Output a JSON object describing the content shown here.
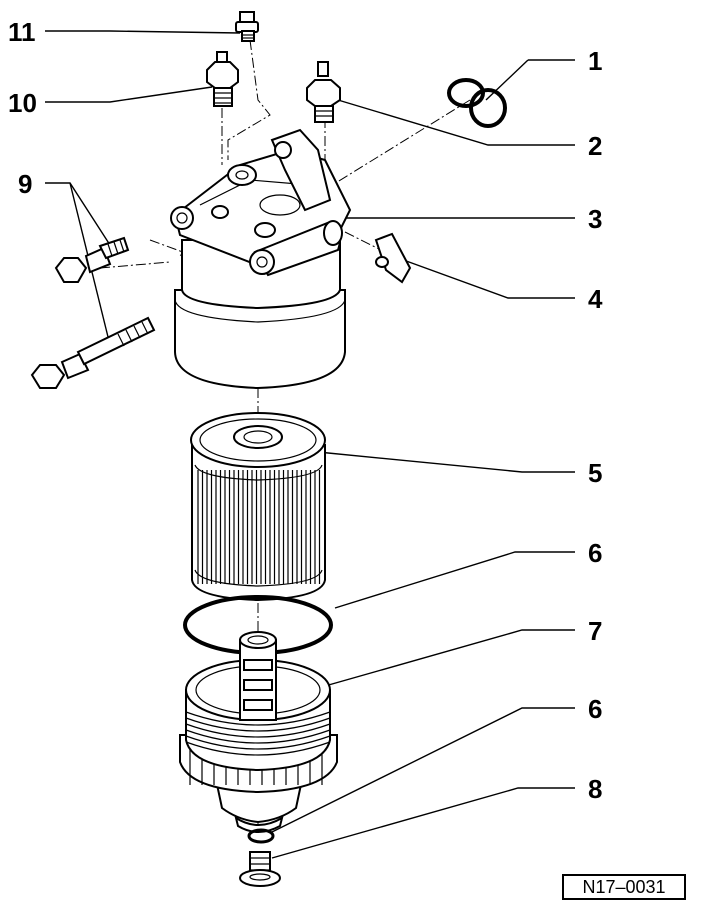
{
  "callouts": {
    "c1": "1",
    "c2": "2",
    "c3": "3",
    "c4": "4",
    "c5": "5",
    "c6a": "6",
    "c7": "7",
    "c6b": "6",
    "c8": "8",
    "c9": "9",
    "c10": "10",
    "c11": "11"
  },
  "reference_code": "N17–0031"
}
